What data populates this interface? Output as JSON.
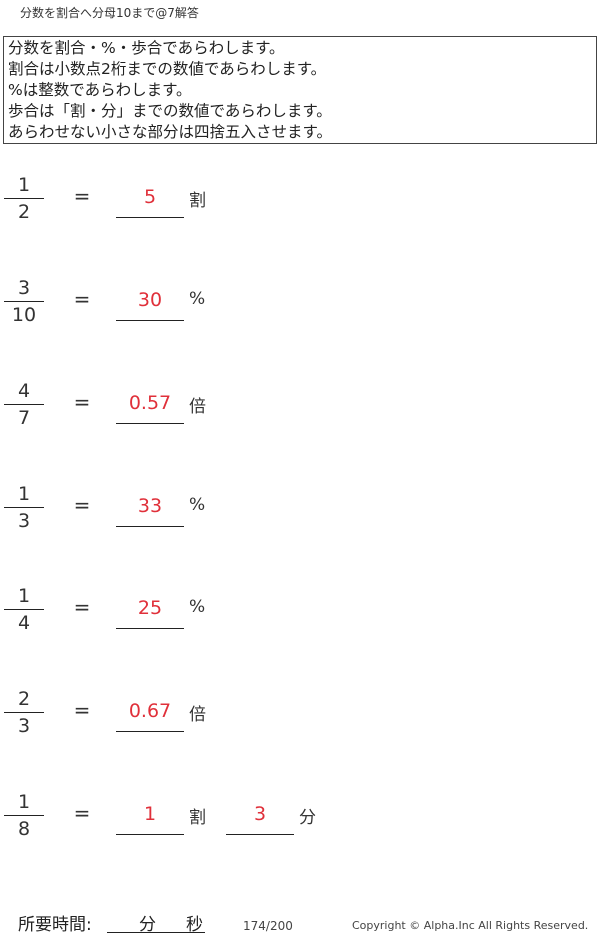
{
  "title": "分数を割合へ分母10まで@7解答",
  "instructions": [
    "分数を割合・%・歩合であらわします。",
    "割合は小数点2桁までの数値であらわします。",
    "%は整数であらわします。",
    "歩合は「割・分」までの数値であらわします。",
    "あらわせない小さな部分は四捨五入させます。"
  ],
  "equals_sign": "=",
  "problems": [
    {
      "numerator": "1",
      "denominator": "2",
      "answer": "5",
      "unit": "割"
    },
    {
      "numerator": "3",
      "denominator": "10",
      "answer": "30",
      "unit": "%"
    },
    {
      "numerator": "4",
      "denominator": "7",
      "answer": "0.57",
      "unit": "倍"
    },
    {
      "numerator": "1",
      "denominator": "3",
      "answer": "33",
      "unit": "%"
    },
    {
      "numerator": "1",
      "denominator": "4",
      "answer": "25",
      "unit": "%"
    },
    {
      "numerator": "2",
      "denominator": "3",
      "answer": "0.67",
      "unit": "倍"
    },
    {
      "numerator": "1",
      "denominator": "8",
      "answer": "1",
      "unit": "割",
      "answer2": "3",
      "unit2": "分"
    }
  ],
  "footer": {
    "time_label": "所要時間:",
    "minutes": "分",
    "seconds": "秒",
    "page": "174/200",
    "copyright": "Copyright ©  Alpha.Inc All Rights Reserved."
  },
  "colors": {
    "answer": "#e0303a"
  }
}
